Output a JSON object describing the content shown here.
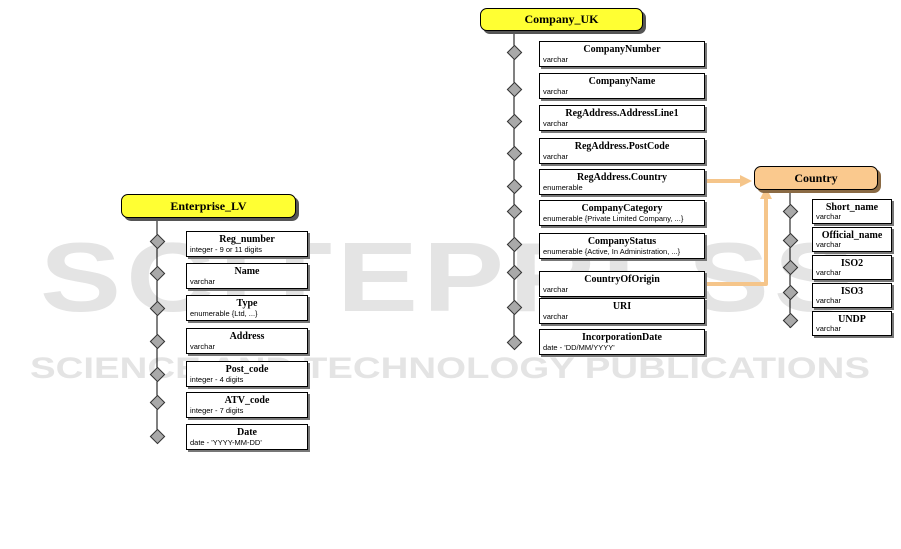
{
  "watermark": {
    "line1": "SCITEPRESS",
    "line2": "SCIENCE AND TECHNOLOGY PUBLICATIONS"
  },
  "colors": {
    "entity_fill": "#ffff33",
    "lookup_fill": "#fac98e",
    "relation_line": "#f5c58a",
    "connector": "#a9a9a9"
  },
  "entities": [
    {
      "key": "enterprise",
      "title": "Enterprise_LV",
      "fields": [
        {
          "name": "Reg_number",
          "type": "integer - 9 or 11 digits"
        },
        {
          "name": "Name",
          "type": "varchar"
        },
        {
          "name": "Type",
          "type": "enumerable {Ltd, ...}"
        },
        {
          "name": "Address",
          "type": "varchar"
        },
        {
          "name": "Post_code",
          "type": "integer - 4 digits"
        },
        {
          "name": "ATV_code",
          "type": "integer - 7 digits"
        },
        {
          "name": "Date",
          "type": "date - 'YYYY-MM-DD'"
        }
      ]
    },
    {
      "key": "company",
      "title": "Company_UK",
      "fields": [
        {
          "name": "CompanyNumber",
          "type": "varchar"
        },
        {
          "name": "CompanyName",
          "type": "varchar"
        },
        {
          "name": "RegAddress.AddressLine1",
          "type": "varchar"
        },
        {
          "name": "RegAddress.PostCode",
          "type": "varchar"
        },
        {
          "name": "RegAddress.Country",
          "type": "enumerable"
        },
        {
          "name": "CompanyCategory",
          "type": "enumerable {Private Limited Company, ...}"
        },
        {
          "name": "CompanyStatus",
          "type": "enumerable {Active, In Administration, ...}"
        },
        {
          "name": "CountryOfOrigin",
          "type": "varchar"
        },
        {
          "name": "URI",
          "type": "varchar"
        },
        {
          "name": "IncorporationDate",
          "type": "date - 'DD/MM/YYYY'"
        }
      ]
    },
    {
      "key": "country",
      "title": "Country",
      "fields": [
        {
          "name": "Short_name",
          "type": "varchar"
        },
        {
          "name": "Official_name",
          "type": "varchar"
        },
        {
          "name": "ISO2",
          "type": "varchar"
        },
        {
          "name": "ISO3",
          "type": "varchar"
        },
        {
          "name": "UNDP",
          "type": "varchar"
        }
      ]
    }
  ]
}
